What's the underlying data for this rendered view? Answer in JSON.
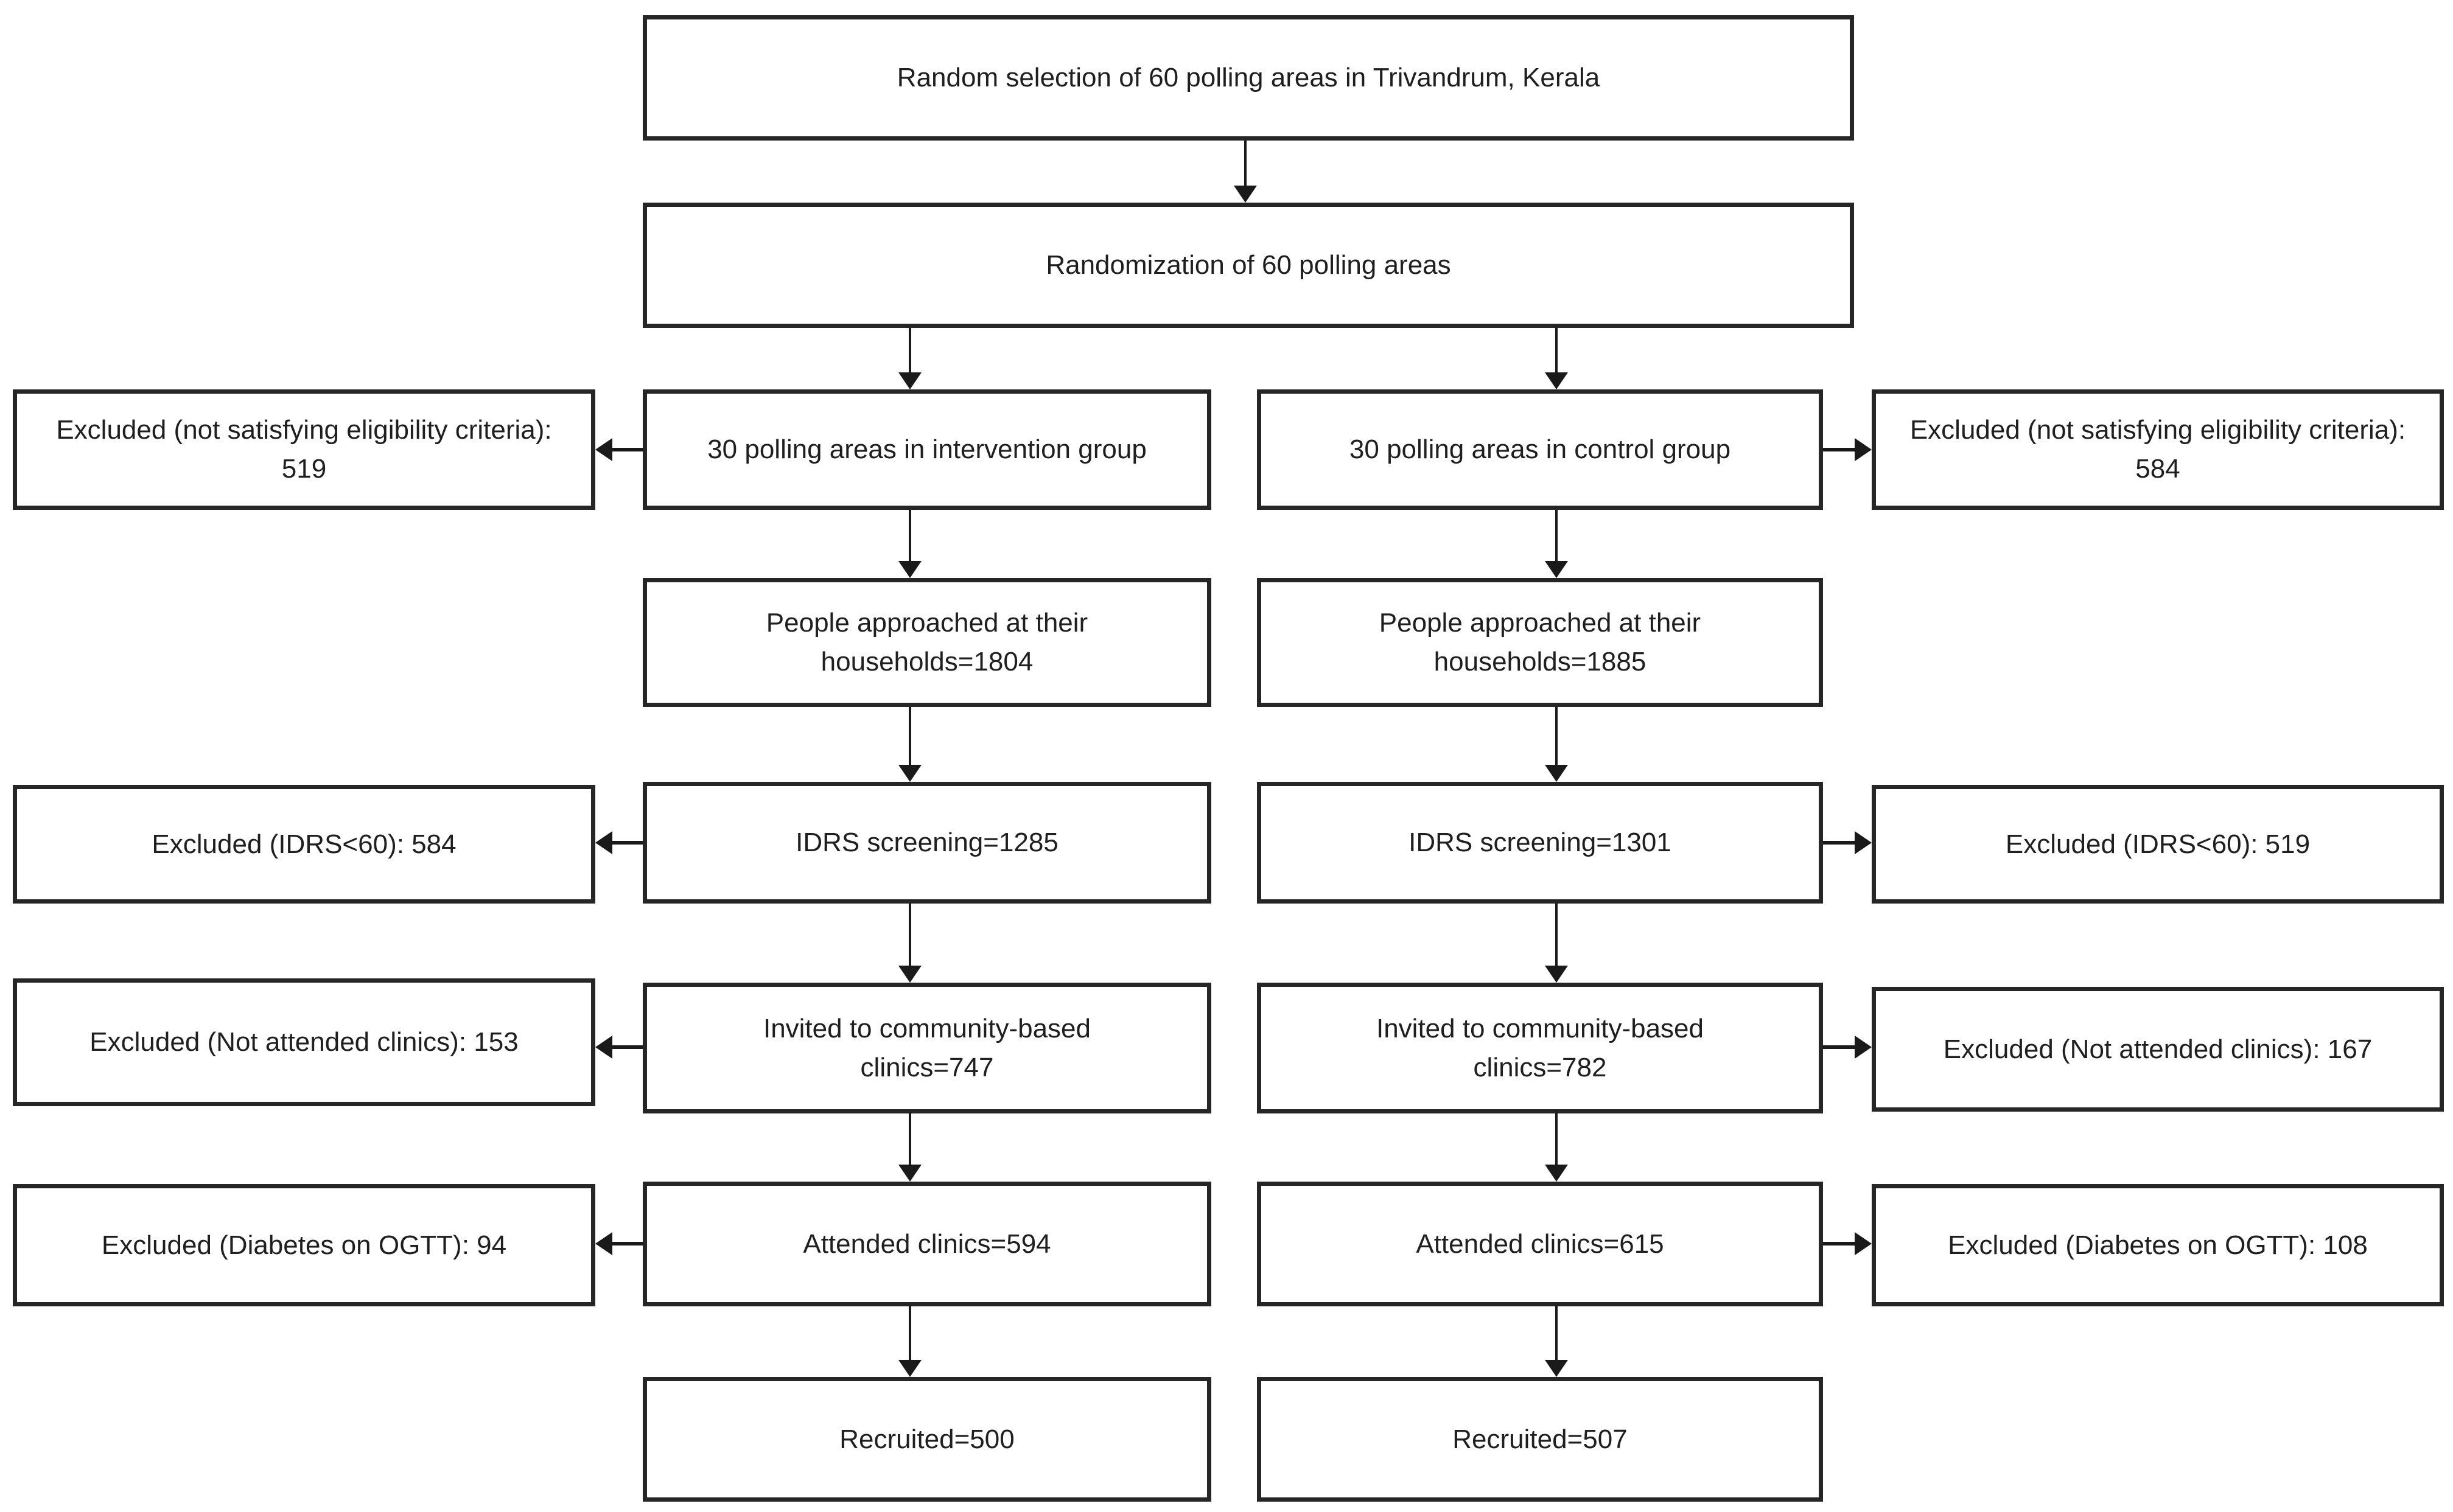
{
  "flow": {
    "selection": "Random selection of 60 polling areas in Trivandrum, Kerala",
    "randomization": "Randomization of 60 polling areas",
    "intervention": {
      "group": "30 polling areas in intervention group",
      "excl_eligibility": "Excluded (not satisfying eligibility criteria): 519",
      "households": "People approached at their households=1804",
      "idrs": "IDRS screening=1285",
      "excl_idrs": "Excluded (IDRS<60): 584",
      "invited": "Invited to community-based clinics=747",
      "excl_clinics": "Excluded (Not attended clinics): 153",
      "attended": "Attended clinics=594",
      "excl_ogtt": "Excluded (Diabetes on OGTT): 94",
      "recruited": "Recruited=500"
    },
    "control": {
      "group": "30 polling areas in control group",
      "excl_eligibility": "Excluded (not satisfying eligibility criteria): 584",
      "households": "People approached at their households=1885",
      "idrs": "IDRS screening=1301",
      "excl_idrs": "Excluded (IDRS<60): 519",
      "invited": "Invited to community-based clinics=782",
      "excl_clinics": "Excluded (Not attended clinics): 167",
      "attended": "Attended clinics=615",
      "excl_ogtt": "Excluded (Diabetes on OGTT): 108",
      "recruited": "Recruited=507"
    },
    "colors": {
      "box_border": "#262626",
      "arrow": "#1a1a1a",
      "background": "#ffffff",
      "text": "#1f1f1f"
    }
  }
}
